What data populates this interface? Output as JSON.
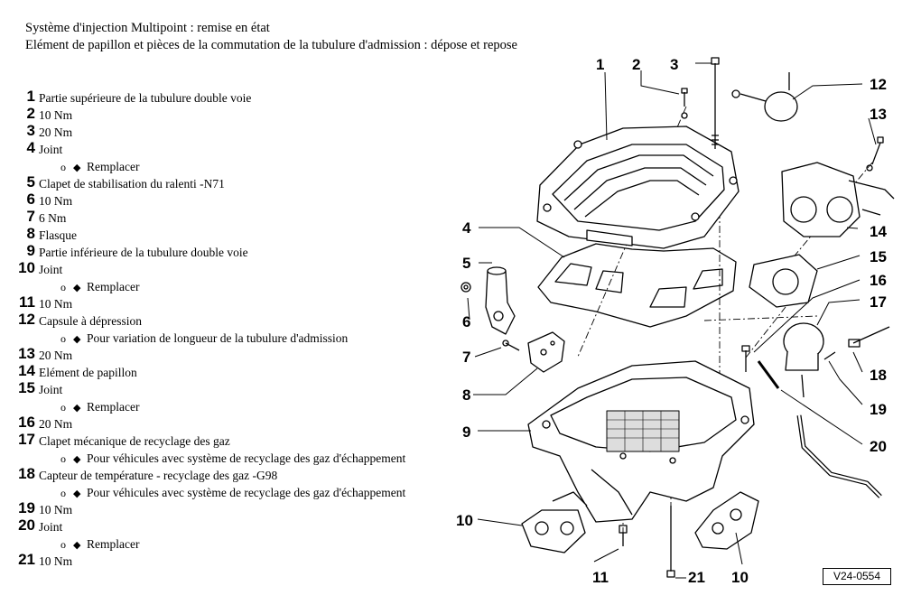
{
  "header": {
    "title": "Système d'injection Multipoint : remise en état",
    "subtitle": "Elément de papillon et pièces de la commutation de la tubulure d'admission : dépose et repose"
  },
  "legend": [
    {
      "num": "1",
      "text": "Partie supérieure de la tubulure double voie"
    },
    {
      "num": "2",
      "text": "10 Nm"
    },
    {
      "num": "3",
      "text": "20 Nm"
    },
    {
      "num": "4",
      "text": "Joint"
    },
    {
      "sub": true,
      "bullet": "o",
      "diamond": "◆",
      "text": "Remplacer"
    },
    {
      "num": "5",
      "text": "Clapet de stabilisation du ralenti -N71"
    },
    {
      "num": "6",
      "text": "10 Nm"
    },
    {
      "num": "7",
      "text": "6 Nm"
    },
    {
      "num": "8",
      "text": "Flasque"
    },
    {
      "num": "9",
      "text": "Partie inférieure de la tubulure double voie"
    },
    {
      "num": "10",
      "text": "Joint"
    },
    {
      "sub": true,
      "bullet": "o",
      "diamond": "◆",
      "text": "Remplacer"
    },
    {
      "num": "11",
      "text": "10 Nm"
    },
    {
      "num": "12",
      "text": "Capsule à dépression"
    },
    {
      "sub": true,
      "bullet": "o",
      "diamond": "◆",
      "text": "Pour variation de longueur de la tubulure d'admission"
    },
    {
      "num": "13",
      "text": "20 Nm"
    },
    {
      "num": "14",
      "text": "Elément de papillon"
    },
    {
      "num": "15",
      "text": "Joint"
    },
    {
      "sub": true,
      "bullet": "o",
      "diamond": "◆",
      "text": "Remplacer"
    },
    {
      "num": "16",
      "text": "20 Nm"
    },
    {
      "num": "17",
      "text": "Clapet mécanique de recyclage des gaz"
    },
    {
      "sub": true,
      "bullet": "o",
      "diamond": "◆",
      "text": "Pour véhicules avec système de recyclage des gaz d'échappement"
    },
    {
      "num": "18",
      "text": "Capteur de température - recyclage des gaz -G98"
    },
    {
      "sub": true,
      "bullet": "o",
      "diamond": "◆",
      "text": "Pour véhicules avec système de recyclage des gaz d'échappement"
    },
    {
      "num": "19",
      "text": "10 Nm"
    },
    {
      "num": "20",
      "text": "Joint"
    },
    {
      "sub": true,
      "bullet": "o",
      "diamond": "◆",
      "text": "Remplacer"
    },
    {
      "num": "21",
      "text": "10 Nm"
    }
  ],
  "callouts": {
    "c1": "1",
    "c2": "2",
    "c3": "3",
    "c4": "4",
    "c5": "5",
    "c6": "6",
    "c7": "7",
    "c8": "8",
    "c9": "9",
    "c10a": "10",
    "c10b": "10",
    "c11": "11",
    "c12": "12",
    "c13": "13",
    "c14": "14",
    "c15": "15",
    "c16": "16",
    "c17": "17",
    "c18": "18",
    "c19": "19",
    "c20": "20",
    "c21": "21"
  },
  "figure_ref": "V24-0554"
}
